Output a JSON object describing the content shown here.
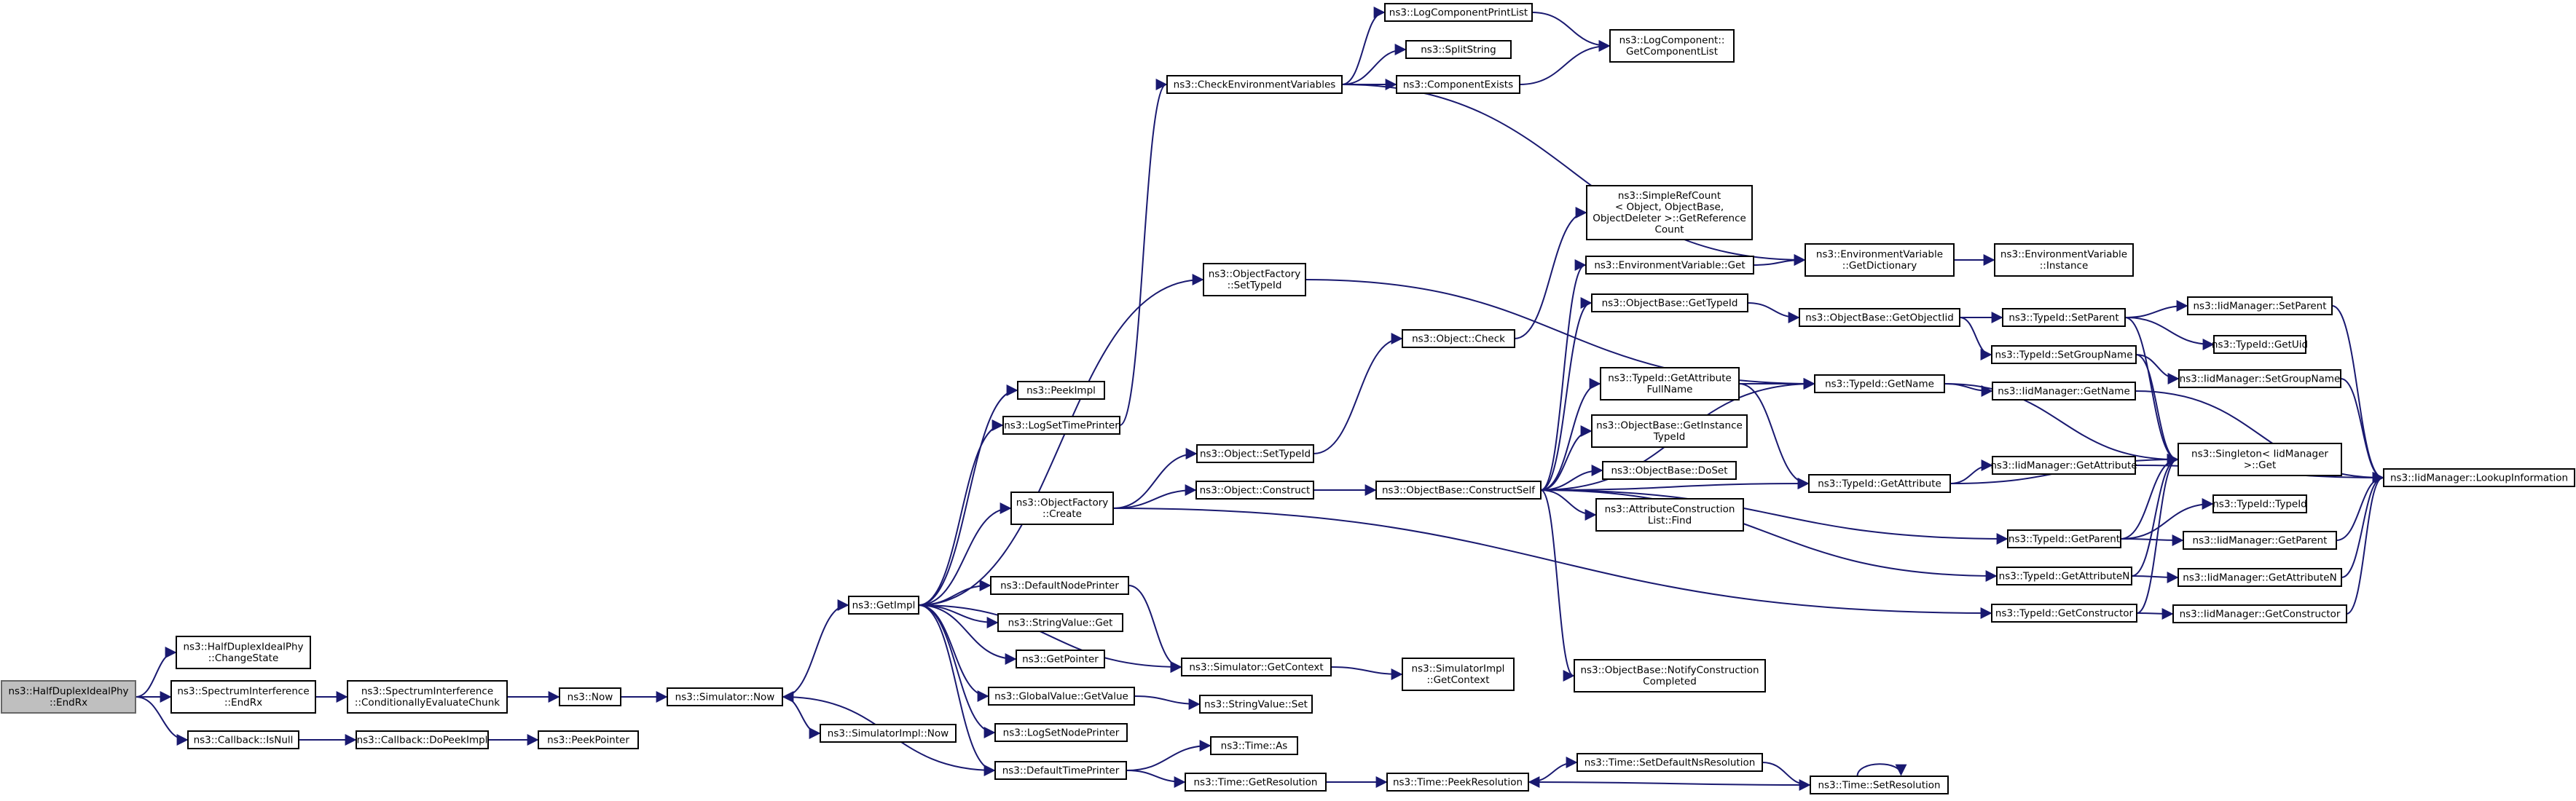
{
  "graph": {
    "root": "n0",
    "nodes": [
      {
        "id": "n0",
        "lines": [
          "ns3::HalfDuplexIdealPhy",
          "::EndRx"
        ]
      },
      {
        "id": "n1",
        "lines": [
          "ns3::HalfDuplexIdealPhy",
          "::ChangeState"
        ]
      },
      {
        "id": "n2",
        "lines": [
          "ns3::SpectrumInterference",
          "::EndRx"
        ]
      },
      {
        "id": "n3",
        "lines": [
          "ns3::Callback::IsNull"
        ]
      },
      {
        "id": "n4",
        "lines": [
          "ns3::SpectrumInterference",
          "::ConditionallyEvaluateChunk"
        ]
      },
      {
        "id": "n5",
        "lines": [
          "ns3::Callback::DoPeekImpl"
        ]
      },
      {
        "id": "n6",
        "lines": [
          "ns3::PeekPointer"
        ]
      },
      {
        "id": "n7",
        "lines": [
          "ns3::Now"
        ]
      },
      {
        "id": "n8",
        "lines": [
          "ns3::Simulator::Now"
        ]
      },
      {
        "id": "n9",
        "lines": [
          "ns3::SimulatorImpl::Now"
        ]
      },
      {
        "id": "n10",
        "lines": [
          "ns3::GetImpl"
        ]
      },
      {
        "id": "n11",
        "lines": [
          "ns3::PeekImpl"
        ]
      },
      {
        "id": "n12",
        "lines": [
          "ns3::LogSetTimePrinter"
        ]
      },
      {
        "id": "n13",
        "lines": [
          "ns3::ObjectFactory",
          "::Create"
        ]
      },
      {
        "id": "n14",
        "lines": [
          "ns3::DefaultNodePrinter"
        ]
      },
      {
        "id": "n15",
        "lines": [
          "ns3::StringValue::Get"
        ]
      },
      {
        "id": "n16",
        "lines": [
          "ns3::GetPointer"
        ]
      },
      {
        "id": "n17",
        "lines": [
          "ns3::GlobalValue::GetValue"
        ]
      },
      {
        "id": "n18",
        "lines": [
          "ns3::LogSetNodePrinter"
        ]
      },
      {
        "id": "n19",
        "lines": [
          "ns3::DefaultTimePrinter"
        ]
      },
      {
        "id": "n20",
        "lines": [
          "ns3::CheckEnvironmentVariables"
        ]
      },
      {
        "id": "n21",
        "lines": [
          "ns3::ObjectFactory",
          "::SetTypeId"
        ]
      },
      {
        "id": "n22",
        "lines": [
          "ns3::Object::SetTypeId"
        ]
      },
      {
        "id": "n23",
        "lines": [
          "ns3::Object::Construct"
        ]
      },
      {
        "id": "n24",
        "lines": [
          "ns3::Simulator::GetContext"
        ]
      },
      {
        "id": "n25",
        "lines": [
          "ns3::StringValue::Set"
        ]
      },
      {
        "id": "n26",
        "lines": [
          "ns3::Time::As"
        ]
      },
      {
        "id": "n27",
        "lines": [
          "ns3::Time::GetResolution"
        ]
      },
      {
        "id": "n28",
        "lines": [
          "ns3::LogComponentPrintList"
        ]
      },
      {
        "id": "n29",
        "lines": [
          "ns3::SplitString"
        ]
      },
      {
        "id": "n30",
        "lines": [
          "ns3::ComponentExists"
        ]
      },
      {
        "id": "n31",
        "lines": [
          "ns3::LogComponent::",
          "GetComponentList"
        ]
      },
      {
        "id": "n32",
        "lines": [
          "ns3::Object::Check"
        ]
      },
      {
        "id": "n33",
        "lines": [
          "ns3::ObjectBase::ConstructSelf"
        ]
      },
      {
        "id": "n34",
        "lines": [
          "ns3::SimulatorImpl",
          "::GetContext"
        ]
      },
      {
        "id": "n35",
        "lines": [
          "ns3::Time::PeekResolution"
        ]
      },
      {
        "id": "n36",
        "lines": [
          "ns3::SimpleRefCount",
          "< Object, ObjectBase,",
          "ObjectDeleter >::GetReference",
          "Count"
        ]
      },
      {
        "id": "n37",
        "lines": [
          "ns3::EnvironmentVariable::Get"
        ]
      },
      {
        "id": "n38",
        "lines": [
          "ns3::ObjectBase::GetTypeId"
        ]
      },
      {
        "id": "n39",
        "lines": [
          "ns3::TypeId::GetAttribute",
          "FullName"
        ]
      },
      {
        "id": "n40",
        "lines": [
          "ns3::ObjectBase::GetInstance",
          "TypeId"
        ]
      },
      {
        "id": "n41",
        "lines": [
          "ns3::ObjectBase::DoSet"
        ]
      },
      {
        "id": "n42",
        "lines": [
          "ns3::AttributeConstruction",
          "List::Find"
        ]
      },
      {
        "id": "n43",
        "lines": [
          "ns3::ObjectBase::NotifyConstruction",
          "Completed"
        ]
      },
      {
        "id": "n44",
        "lines": [
          "ns3::Time::SetDefaultNsResolution"
        ]
      },
      {
        "id": "n45",
        "lines": [
          "ns3::EnvironmentVariable",
          "::GetDictionary"
        ]
      },
      {
        "id": "n46",
        "lines": [
          "ns3::ObjectBase::GetObjectIid"
        ]
      },
      {
        "id": "n47",
        "lines": [
          "ns3::TypeId::GetName"
        ]
      },
      {
        "id": "n48",
        "lines": [
          "ns3::TypeId::GetAttribute"
        ]
      },
      {
        "id": "n49",
        "lines": [
          "ns3::Time::SetResolution"
        ]
      },
      {
        "id": "n50",
        "lines": [
          "ns3::EnvironmentVariable",
          "::Instance"
        ]
      },
      {
        "id": "n51",
        "lines": [
          "ns3::TypeId::SetParent"
        ]
      },
      {
        "id": "n52",
        "lines": [
          "ns3::TypeId::SetGroupName"
        ]
      },
      {
        "id": "n53",
        "lines": [
          "ns3::IidManager::GetName"
        ]
      },
      {
        "id": "n54",
        "lines": [
          "ns3::IidManager::GetAttribute"
        ]
      },
      {
        "id": "n55",
        "lines": [
          "ns3::TypeId::GetParent"
        ]
      },
      {
        "id": "n56",
        "lines": [
          "ns3::TypeId::GetAttributeN"
        ]
      },
      {
        "id": "n57",
        "lines": [
          "ns3::TypeId::GetConstructor"
        ]
      },
      {
        "id": "n58",
        "lines": [
          "ns3::IidManager::SetParent"
        ]
      },
      {
        "id": "n59",
        "lines": [
          "ns3::TypeId::GetUid"
        ]
      },
      {
        "id": "n60",
        "lines": [
          "ns3::IidManager::SetGroupName"
        ]
      },
      {
        "id": "n61",
        "lines": [
          "ns3::Singleton< IidManager",
          "&gt;::Get"
        ]
      },
      {
        "id": "n62",
        "lines": [
          "ns3::TypeId::TypeId"
        ]
      },
      {
        "id": "n63",
        "lines": [
          "ns3::IidManager::GetParent"
        ]
      },
      {
        "id": "n64",
        "lines": [
          "ns3::IidManager::GetAttributeN"
        ]
      },
      {
        "id": "n65",
        "lines": [
          "ns3::IidManager::GetConstructor"
        ]
      },
      {
        "id": "n66",
        "lines": [
          "ns3::IidManager::LookupInformation"
        ]
      }
    ],
    "edges": [
      [
        "n0",
        "n1"
      ],
      [
        "n0",
        "n2"
      ],
      [
        "n0",
        "n3"
      ],
      [
        "n2",
        "n4"
      ],
      [
        "n4",
        "n7"
      ],
      [
        "n7",
        "n8"
      ],
      [
        "n3",
        "n5"
      ],
      [
        "n5",
        "n6"
      ],
      [
        "n8",
        "n9"
      ],
      [
        "n8",
        "n10"
      ],
      [
        "n10",
        "n11"
      ],
      [
        "n10",
        "n12"
      ],
      [
        "n10",
        "n13"
      ],
      [
        "n10",
        "n14"
      ],
      [
        "n10",
        "n15"
      ],
      [
        "n10",
        "n16"
      ],
      [
        "n10",
        "n17"
      ],
      [
        "n10",
        "n18"
      ],
      [
        "n10",
        "n19"
      ],
      [
        "n10",
        "n21"
      ],
      [
        "n10",
        "n24"
      ],
      [
        "n12",
        "n20"
      ],
      [
        "n13",
        "n22"
      ],
      [
        "n13",
        "n23"
      ],
      [
        "n13",
        "n57"
      ],
      [
        "n14",
        "n24"
      ],
      [
        "n17",
        "n25"
      ],
      [
        "n19",
        "n26"
      ],
      [
        "n19",
        "n27"
      ],
      [
        "n19",
        "n8"
      ],
      [
        "n20",
        "n28"
      ],
      [
        "n20",
        "n29"
      ],
      [
        "n20",
        "n30"
      ],
      [
        "n20",
        "n45"
      ],
      [
        "n28",
        "n31"
      ],
      [
        "n30",
        "n31"
      ],
      [
        "n21",
        "n47"
      ],
      [
        "n22",
        "n32"
      ],
      [
        "n23",
        "n33"
      ],
      [
        "n24",
        "n34"
      ],
      [
        "n27",
        "n35"
      ],
      [
        "n35",
        "n44"
      ],
      [
        "n44",
        "n49"
      ],
      [
        "n49",
        "n35"
      ],
      [
        "n49",
        "n49"
      ],
      [
        "n32",
        "n36"
      ],
      [
        "n33",
        "n37"
      ],
      [
        "n33",
        "n38"
      ],
      [
        "n33",
        "n39"
      ],
      [
        "n33",
        "n40"
      ],
      [
        "n33",
        "n41"
      ],
      [
        "n33",
        "n42"
      ],
      [
        "n33",
        "n43"
      ],
      [
        "n33",
        "n47"
      ],
      [
        "n33",
        "n48"
      ],
      [
        "n33",
        "n55"
      ],
      [
        "n33",
        "n56"
      ],
      [
        "n37",
        "n45"
      ],
      [
        "n45",
        "n50"
      ],
      [
        "n38",
        "n46"
      ],
      [
        "n46",
        "n51"
      ],
      [
        "n46",
        "n52"
      ],
      [
        "n39",
        "n47"
      ],
      [
        "n39",
        "n48"
      ],
      [
        "n47",
        "n53"
      ],
      [
        "n47",
        "n61"
      ],
      [
        "n48",
        "n54"
      ],
      [
        "n48",
        "n61"
      ],
      [
        "n51",
        "n58"
      ],
      [
        "n51",
        "n59"
      ],
      [
        "n51",
        "n61"
      ],
      [
        "n52",
        "n60"
      ],
      [
        "n52",
        "n61"
      ],
      [
        "n53",
        "n66"
      ],
      [
        "n55",
        "n62"
      ],
      [
        "n55",
        "n63"
      ],
      [
        "n55",
        "n61"
      ],
      [
        "n56",
        "n64"
      ],
      [
        "n56",
        "n61"
      ],
      [
        "n57",
        "n65"
      ],
      [
        "n57",
        "n61"
      ],
      [
        "n58",
        "n66"
      ],
      [
        "n60",
        "n66"
      ],
      [
        "n63",
        "n66"
      ],
      [
        "n64",
        "n66"
      ],
      [
        "n65",
        "n66"
      ],
      [
        "n54",
        "n66"
      ]
    ]
  }
}
